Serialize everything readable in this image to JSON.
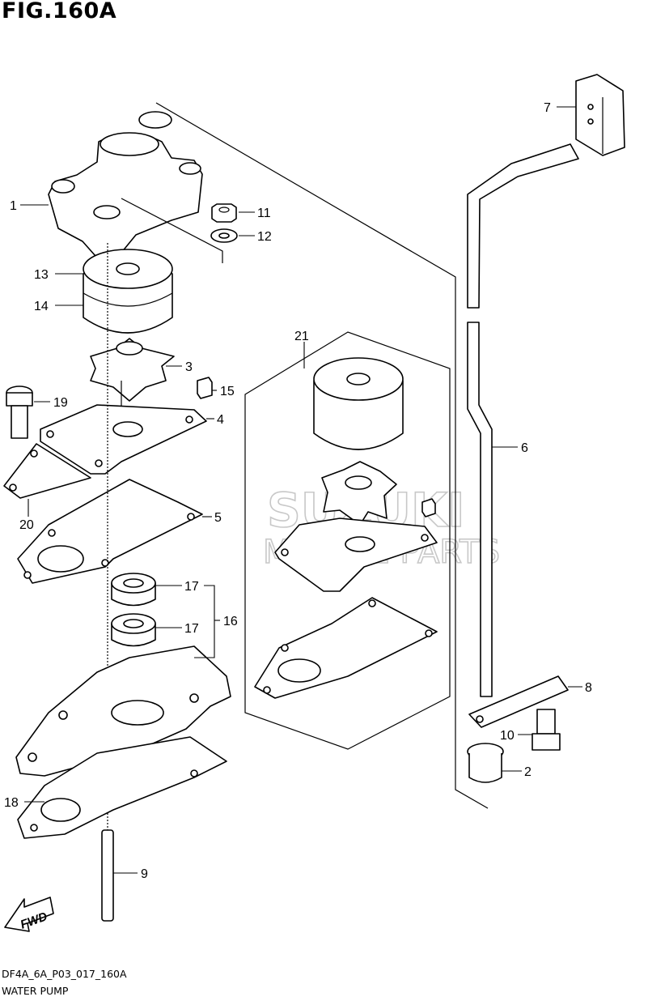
{
  "figure": {
    "title": "FIG.160A"
  },
  "watermark": {
    "line1": "SUZUKI",
    "line2": "MARINE PARTS"
  },
  "fwd_label": "FWD",
  "callouts": [
    "1",
    "2",
    "3",
    "4",
    "5",
    "6",
    "7",
    "8",
    "9",
    "10",
    "11",
    "12",
    "13",
    "14",
    "15",
    "16",
    "17",
    "17",
    "18",
    "19",
    "20",
    "21"
  ],
  "footer": {
    "code": "DF4A_6A_P03_017_160A",
    "name": "WATER PUMP"
  }
}
